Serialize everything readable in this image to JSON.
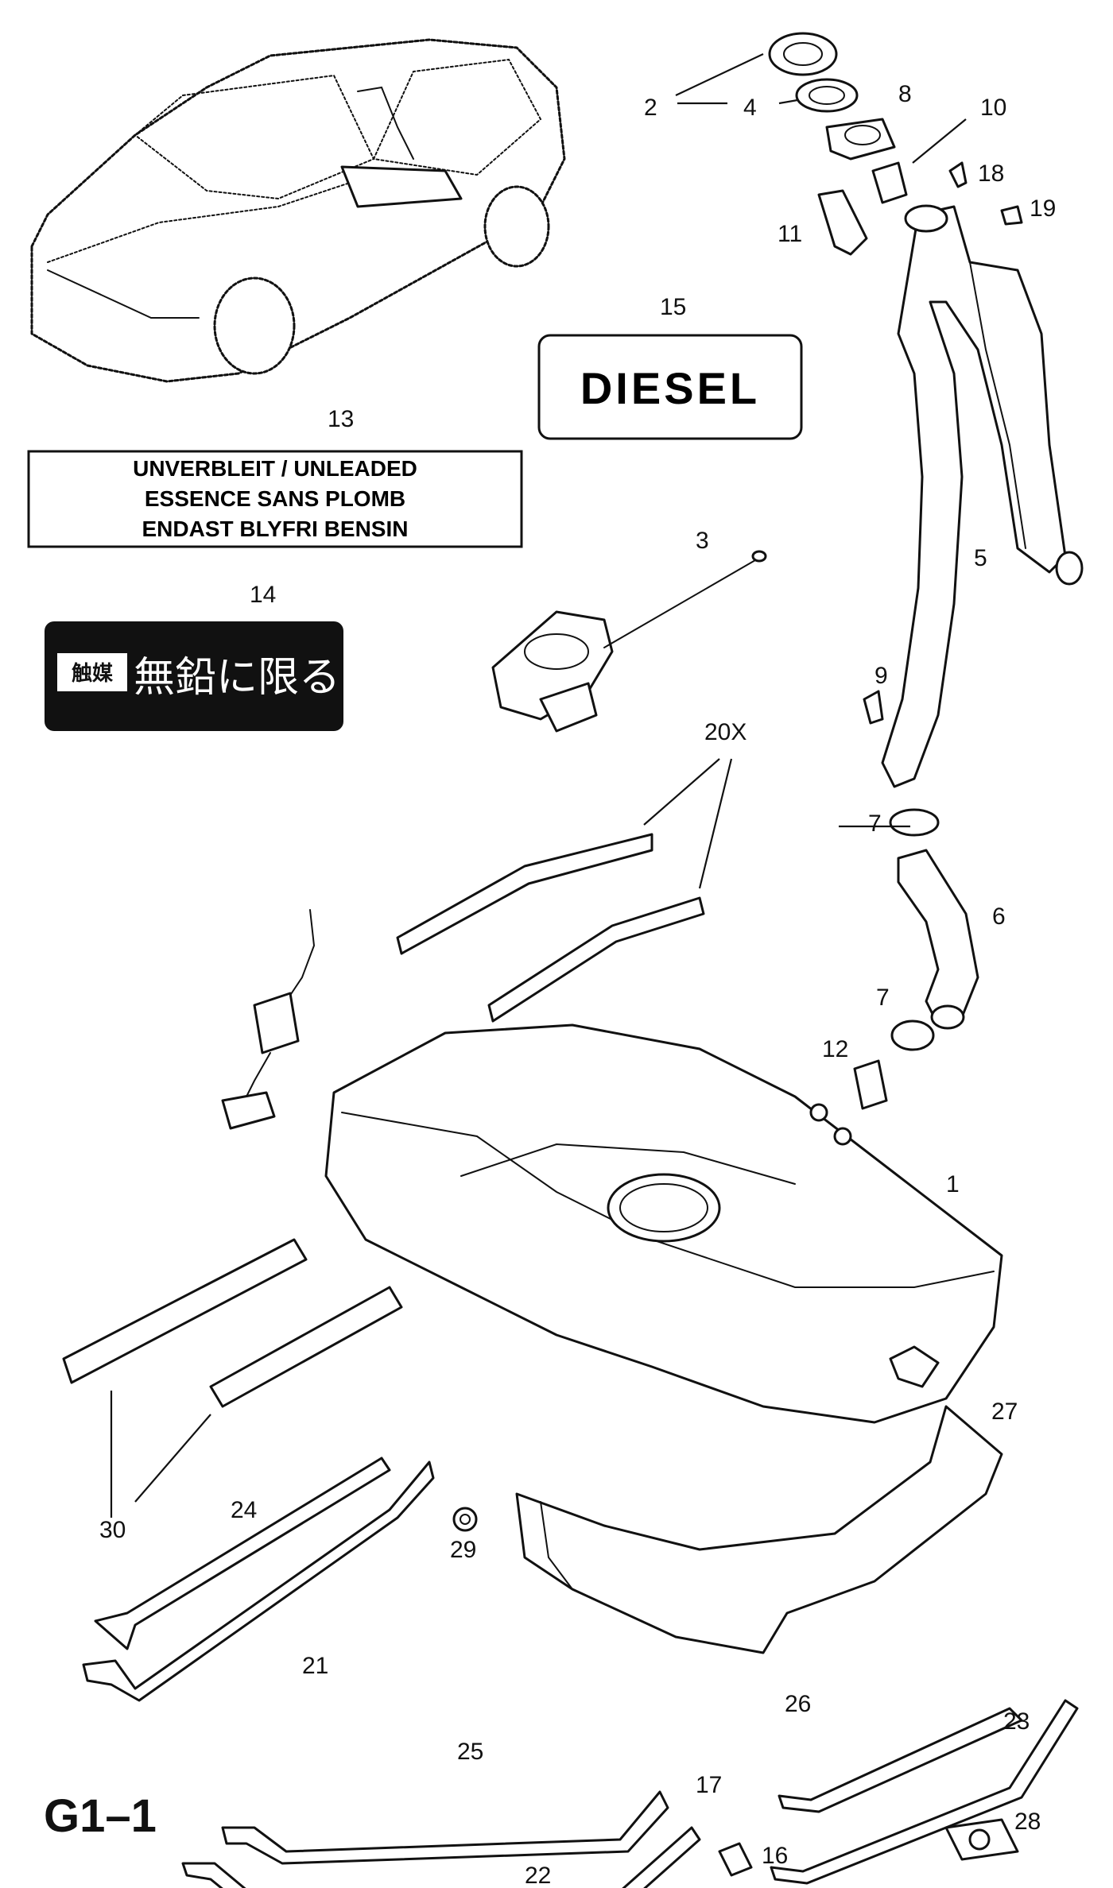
{
  "page_code": "G1–1",
  "labels": {
    "diesel": "DIESEL",
    "unleaded": [
      "UNVERBLEIT / UNLEADED",
      "ESSENCE SANS PLOMB",
      "ENDAST BLYFRI BENSIN"
    ],
    "japanese": [
      "触媒",
      "無鉛に限る"
    ]
  },
  "callouts": {
    "c1": "1",
    "c2": "2",
    "c3": "3",
    "c4": "4",
    "c5": "5",
    "c6": "6",
    "c7a": "7",
    "c7b": "7",
    "c8": "8",
    "c9": "9",
    "c10": "10",
    "c11": "11",
    "c12": "12",
    "c13": "13",
    "c14": "14",
    "c15": "15",
    "c16": "16",
    "c17": "17",
    "c18": "18",
    "c19": "19",
    "c20": "20X",
    "c21": "21",
    "c22": "22",
    "c23": "23",
    "c24": "24",
    "c25": "25",
    "c26": "26",
    "c27": "27",
    "c28": "28",
    "c29": "29",
    "c30": "30"
  }
}
